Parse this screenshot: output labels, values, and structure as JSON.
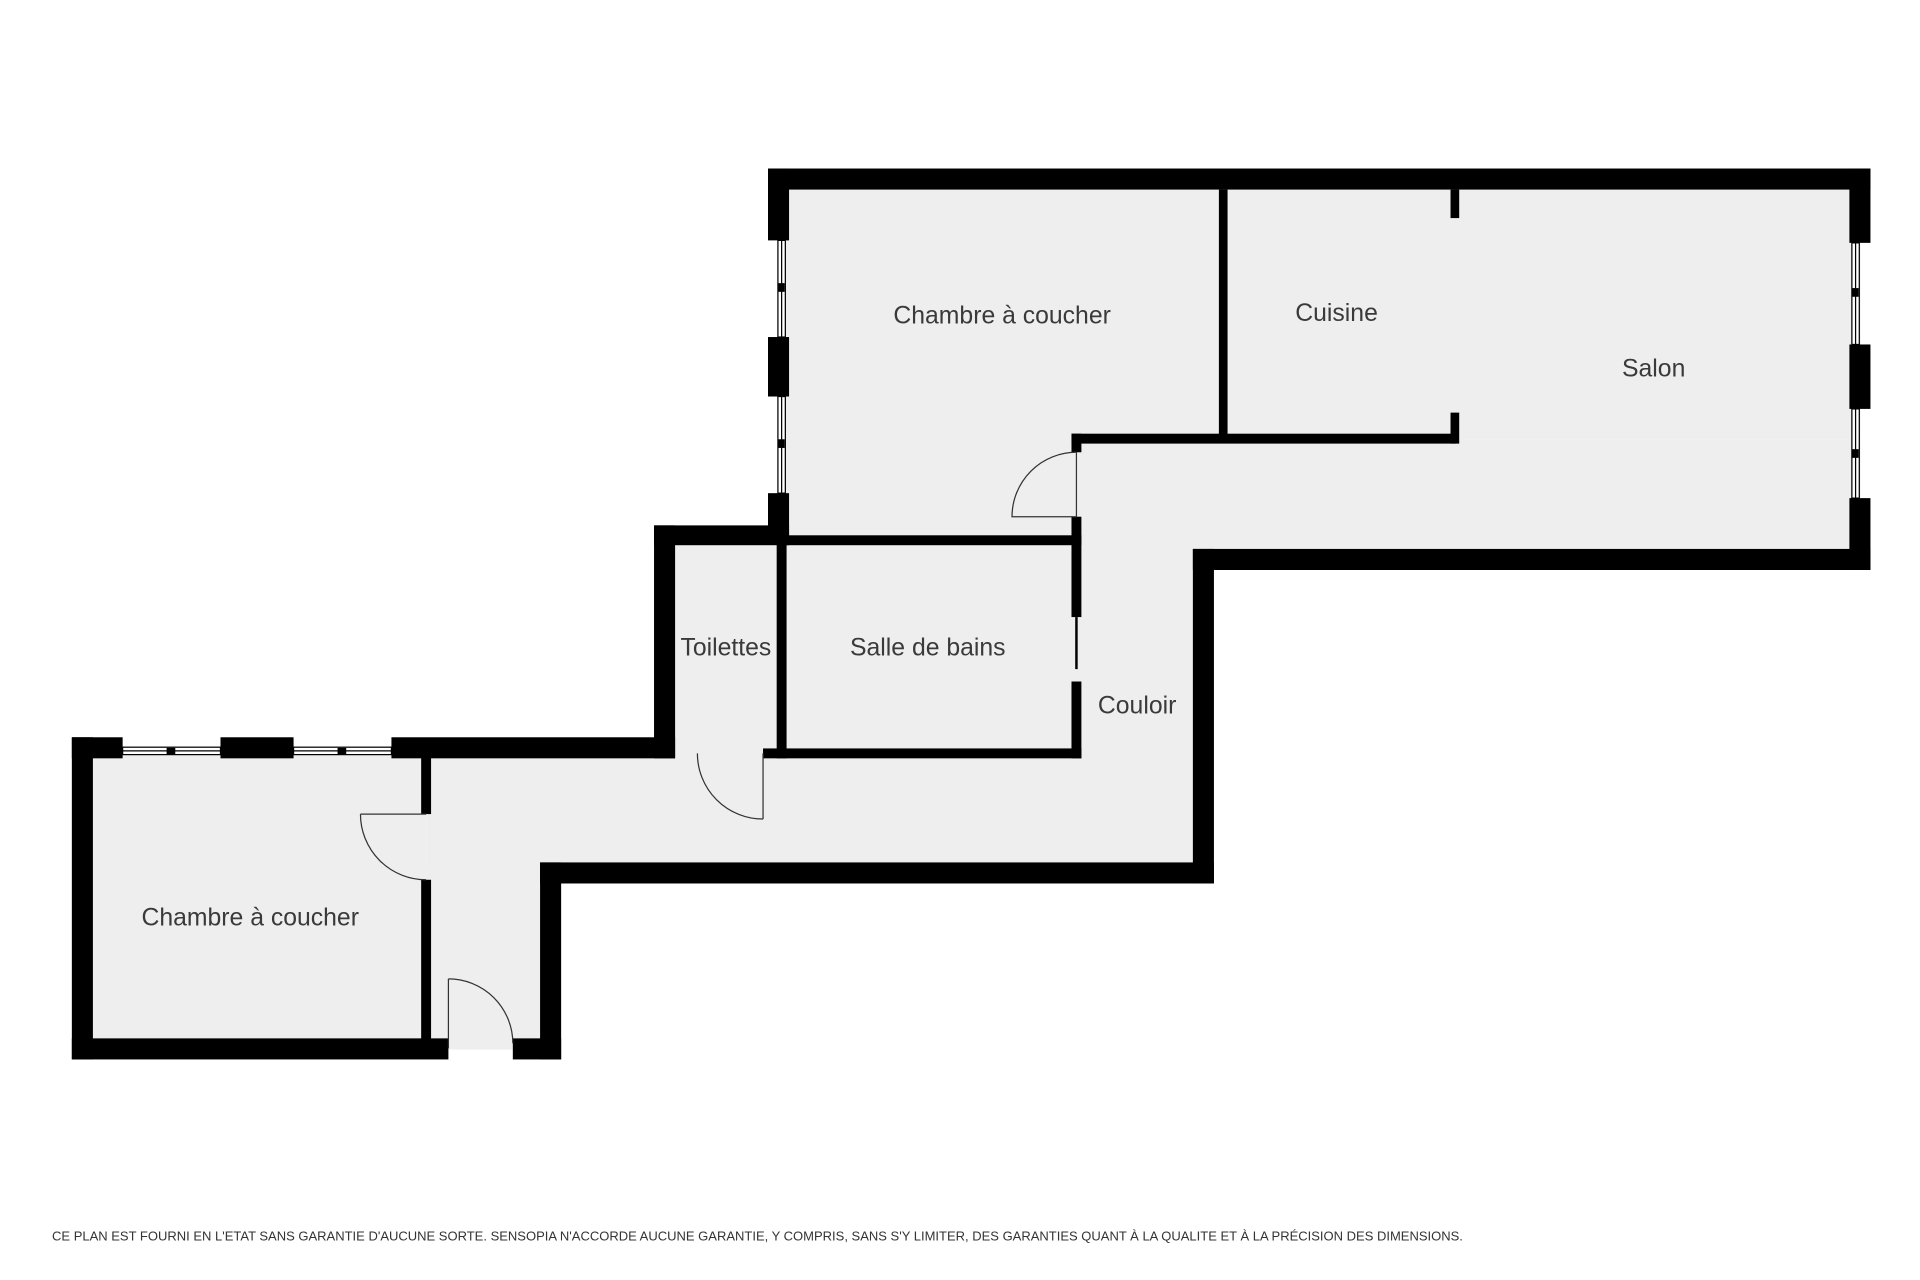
{
  "colors": {
    "wall": "#000000",
    "floor": "#eeeeee",
    "background": "#ffffff",
    "text": "#3a3a3a"
  },
  "rooms": {
    "bedroom_north": {
      "label": "Chambre à coucher"
    },
    "kitchen": {
      "label": "Cuisine"
    },
    "living_room": {
      "label": "Salon"
    },
    "toilets": {
      "label": "Toilettes"
    },
    "bathroom": {
      "label": "Salle de bains"
    },
    "hallway": {
      "label": "Couloir"
    },
    "bedroom_south": {
      "label": "Chambre à coucher"
    }
  },
  "footer": {
    "disclaimer": "CE PLAN EST FOURNI EN L'ETAT SANS GARANTIE D'AUCUNE SORTE. SENSOPIA N'ACCORDE AUCUNE GARANTIE, Y COMPRIS, SANS S'Y LIMITER, DES GARANTIES QUANT À LA QUALITE ET À LA PRÉCISION DES DIMENSIONS."
  }
}
